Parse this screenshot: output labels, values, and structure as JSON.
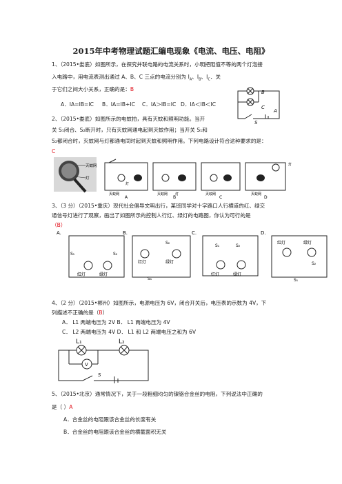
{
  "title": "2015年中考物理试题汇编电现象《电流、电压、电阻》",
  "q1": {
    "line1": "1、（2015•娄底）如图所示，在探究并联电路的电流关系时，小明把阻值不等的两个灯泡接",
    "line2": "入电路中，用电流表测出通过 A、B、C 三点的电流分别为 I",
    "line2_tail": "、I",
    "line3_pre": "于它们之间大小关系，正确的是：",
    "answer": "B",
    "options": [
      "A．IA=IB=IC",
      "B．IA=IB+IC",
      "C．IA＞IB=IC",
      "D．IA＜IB＜IC"
    ],
    "diagram_labels": [
      "B",
      "C",
      "A",
      "S"
    ]
  },
  "q2": {
    "line1": "2、（2015•娄底）如图所示的电蚊拍，具有灭蚊和照明功能。当开",
    "line2": "关 S₁闭合、S₂断开时，只有灭蚊网通电起到灭蚊作用；当开关 S₁和",
    "line3": "S₂都闭合时，灭蚊网与灯都通电同时起到灭蚊和照明作用。下列电路设计符合这种要求的是：",
    "answer": "C",
    "photo_labels": [
      "灭蚊网",
      "灯"
    ],
    "circuit_labels": [
      "灭蚊网",
      "灯",
      "灭蚊网",
      "灯",
      "灭蚊网",
      "灭蚊网",
      "灯"
    ],
    "letters": [
      "A",
      "B",
      "C",
      "D"
    ]
  },
  "q3": {
    "line1": "3、（3 分）（2015•重庆）现代社会倡导文明出行，某班同学对十字路口人行横道的红、绿交",
    "line2": "通信号灯进行了观察，画出了如图所示的控制人行红、绿灯的电路图，你认为可行的是",
    "answer_open": "（",
    "answer": "B",
    "answer_close": "）",
    "letters": [
      "A.",
      "B.",
      "C.",
      "D."
    ],
    "lamp_labels": [
      "红灯",
      "绿灯"
    ],
    "switch_labels": [
      "S₁",
      "S₂"
    ]
  },
  "q4": {
    "line1": "4、（2 分）（2015•郴州）如图所示，电源电压为 6V，闭合开关后，电压表的示数为 4V，下",
    "line2": "列描述不正确的是（",
    "answer": "B",
    "line2_end": "）",
    "options": [
      "A．  L1 两端电压为 2V  B．  L1 两端电压为 4V",
      "C．  L2 两端电压为 4V  D．  L1 和 L2 两端电压之和为 6V"
    ],
    "diagram_labels": [
      "L₁",
      "L₂",
      "V",
      "S"
    ]
  },
  "q5": {
    "line1": "5、（2015•北京）通常情况下，关于一段粗细均匀的镍铬合金丝的电阻，下列说法中正确的",
    "line2": "是（  ）",
    "answer": "A",
    "options": [
      "A．合金丝的电阻跟该合金丝的长度有关",
      "B．合金丝的电阻跟该合金丝的横截面积无关"
    ]
  }
}
